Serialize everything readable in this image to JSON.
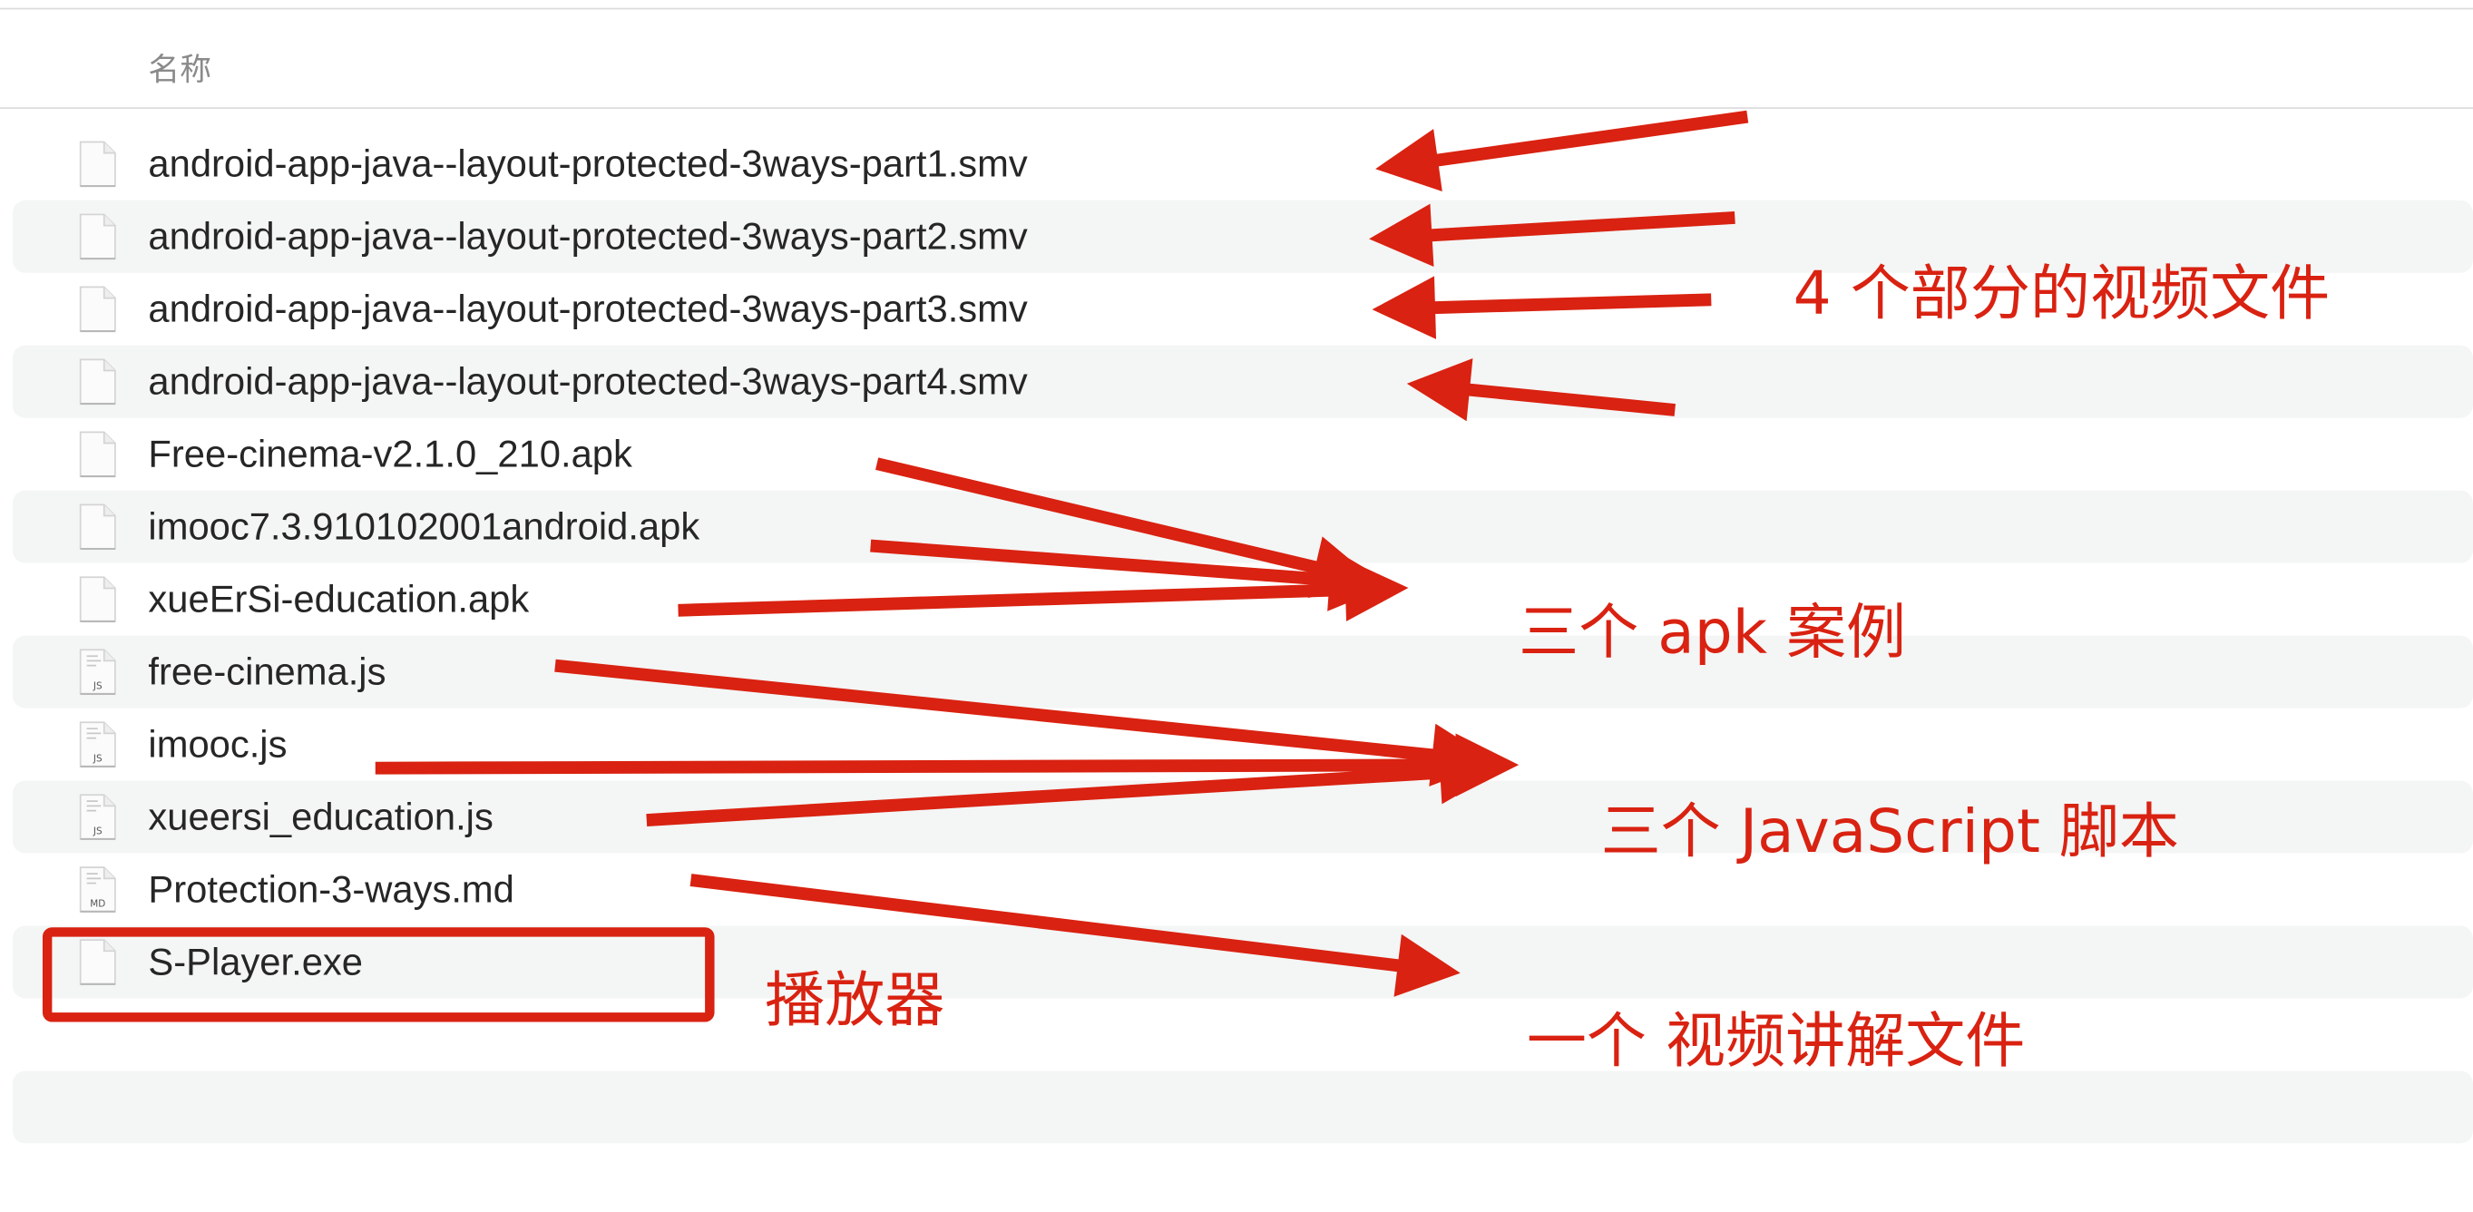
{
  "header": {
    "column_name": "名称"
  },
  "files": [
    {
      "name": "android-app-java--layout-protected-3ways-part1.smv",
      "icon": "generic-file-icon"
    },
    {
      "name": "android-app-java--layout-protected-3ways-part2.smv",
      "icon": "generic-file-icon"
    },
    {
      "name": "android-app-java--layout-protected-3ways-part3.smv",
      "icon": "generic-file-icon"
    },
    {
      "name": "android-app-java--layout-protected-3ways-part4.smv",
      "icon": "generic-file-icon"
    },
    {
      "name": "Free-cinema-v2.1.0_210.apk",
      "icon": "generic-file-icon"
    },
    {
      "name": "imooc7.3.910102001android.apk",
      "icon": "generic-file-icon"
    },
    {
      "name": "xueErSi-education.apk",
      "icon": "generic-file-icon"
    },
    {
      "name": "free-cinema.js",
      "icon": "js-file-icon",
      "badge": "JS"
    },
    {
      "name": "imooc.js",
      "icon": "js-file-icon",
      "badge": "JS"
    },
    {
      "name": "xueersi_education.js",
      "icon": "js-file-icon",
      "badge": "JS"
    },
    {
      "name": "Protection-3-ways.md",
      "icon": "md-file-icon",
      "badge": "MD"
    },
    {
      "name": "S-Player.exe",
      "icon": "generic-file-icon"
    }
  ],
  "annotations": {
    "videos": "4 个部分的视频文件",
    "apks": "三个 apk 案例",
    "scripts": "三个 JavaScript 脚本",
    "player": "播放器",
    "lecture": "一个 视频讲解文件"
  },
  "colors": {
    "annotation": "#d92211",
    "stripe": "#f4f5f5",
    "text": "#262626"
  }
}
